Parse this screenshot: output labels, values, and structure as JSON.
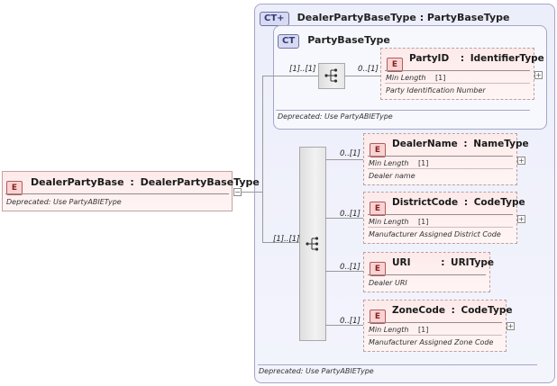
{
  "root": {
    "badge": "E",
    "name": "DealerPartyBase",
    "sep": ":",
    "type": "DealerPartyBaseType",
    "note": "Deprecated: Use PartyABIEType",
    "expander": "−"
  },
  "outer_ct": {
    "badge": "CT+",
    "title": "DealerPartyBaseType : PartyBaseType",
    "note": "Deprecated: Use PartyABIEType"
  },
  "inner_ct": {
    "badge": "CT",
    "title": "PartyBaseType",
    "note": "Deprecated: Use PartyABIEType",
    "sequence_card": "[1]..[1]"
  },
  "outer_sequence_card": "[1]..[1]",
  "elements": [
    {
      "badge": "E",
      "name": "PartyID",
      "sep": ":",
      "type": "IdentifierType",
      "card": "0..[1]",
      "facet_label": "Min Length",
      "facet_value": "[1]",
      "desc": "Party Identification Number",
      "expander": "+"
    },
    {
      "badge": "E",
      "name": "DealerName",
      "sep": ":",
      "type": "NameType",
      "card": "0..[1]",
      "facet_label": "Min Length",
      "facet_value": "[1]",
      "desc": "Dealer name",
      "expander": "+"
    },
    {
      "badge": "E",
      "name": "DistrictCode",
      "sep": ":",
      "type": "CodeType",
      "card": "0..[1]",
      "facet_label": "Min Length",
      "facet_value": "[1]",
      "desc": "Manufacturer Assigned District Code",
      "expander": "+"
    },
    {
      "badge": "E",
      "name": "URI",
      "sep": ":",
      "type": "URIType",
      "card": "0..[1]",
      "desc": "Dealer URI"
    },
    {
      "badge": "E",
      "name": "ZoneCode",
      "sep": ":",
      "type": "CodeType",
      "card": "0..[1]",
      "facet_label": "Min Length",
      "facet_value": "[1]",
      "desc": "Manufacturer Assigned Zone Code",
      "expander": "+"
    }
  ]
}
